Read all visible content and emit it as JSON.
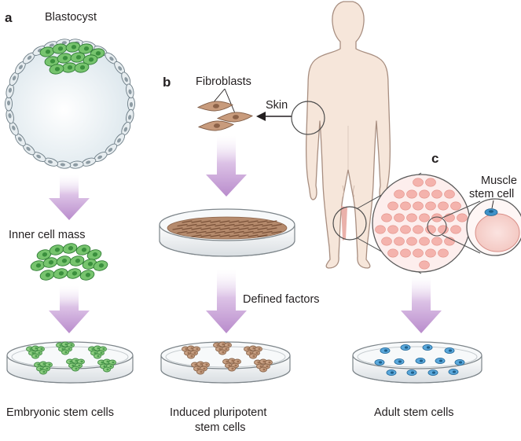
{
  "panels": {
    "a": "a",
    "b": "b",
    "c": "c"
  },
  "labels": {
    "blastocyst": "Blastocyst",
    "fibroblasts": "Fibroblasts",
    "skin": "Skin",
    "muscle_line1": "Muscle",
    "muscle_line2": "stem cell",
    "inner_cell_mass": "Inner cell mass",
    "defined_factors": "Defined factors",
    "embryonic": "Embryonic stem cells",
    "ipsc_line1": "Induced pluripotent",
    "ipsc_line2": "stem cells",
    "adult": "Adult stem cells"
  },
  "colors": {
    "embryonic_green": "#3d9c3f",
    "fibroblast_brown": "#a8795a",
    "muscle_pink": "#f2a7a2",
    "adult_blue": "#3f92c9",
    "arrow_purple": "#c9a3d6",
    "skin_tone": "#f6e6da"
  }
}
